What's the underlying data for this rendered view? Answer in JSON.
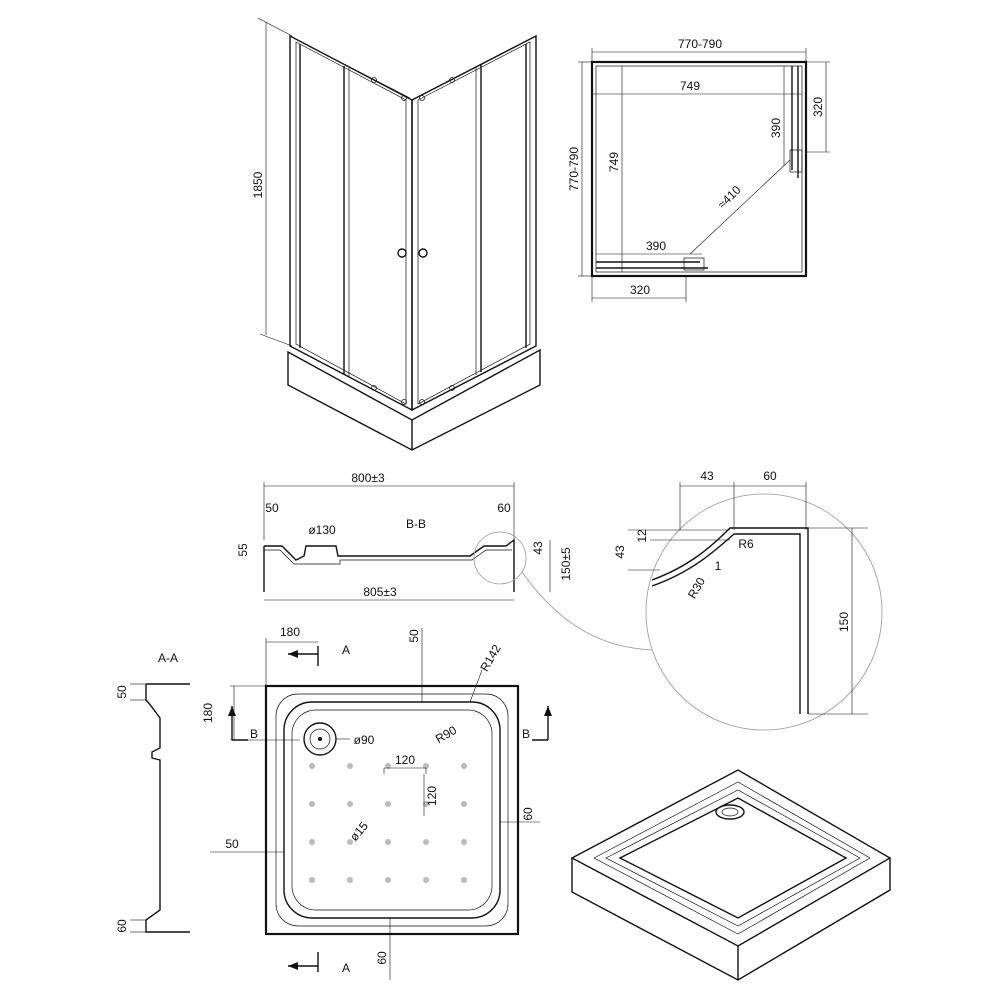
{
  "enclosure_3d": {
    "height": "1850"
  },
  "plan_view": {
    "overall_width": "770-790",
    "overall_depth": "770-790",
    "inner_width": "749",
    "inner_depth": "749",
    "door_opening_x": "390",
    "door_opening_y": "390",
    "door_panel_x": "320",
    "door_panel_y": "320",
    "diagonal_entry": "≈410"
  },
  "section_bb": {
    "title": "B-B",
    "top_width": "800±3",
    "bottom_width": "805±3",
    "left_offset": "50",
    "right_offset": "60",
    "left_height": "55",
    "waste_diameter": "ø130",
    "right_height": "43",
    "total_height": "150±5"
  },
  "detail": {
    "top_a": "43",
    "top_b": "60",
    "step": "12",
    "step_height": "43",
    "radius_small": "R6",
    "radius_large": "R30",
    "thickness": "1",
    "height": "150"
  },
  "section_aa": {
    "title": "A-A",
    "top": "50",
    "bottom": "60"
  },
  "tray_plan": {
    "top_offset": "180",
    "top_rim": "50",
    "corner_radius_outer": "R142",
    "left_offset": "180",
    "waste_diameter": "ø90",
    "corner_radius_inner": "R90",
    "grid_x": "120",
    "grid_y": "120",
    "dot_diameter": "ø15",
    "right_rim": "60",
    "left_rim": "50",
    "bottom_rim": "60",
    "section_a_label": "A",
    "section_b_label": "B"
  }
}
